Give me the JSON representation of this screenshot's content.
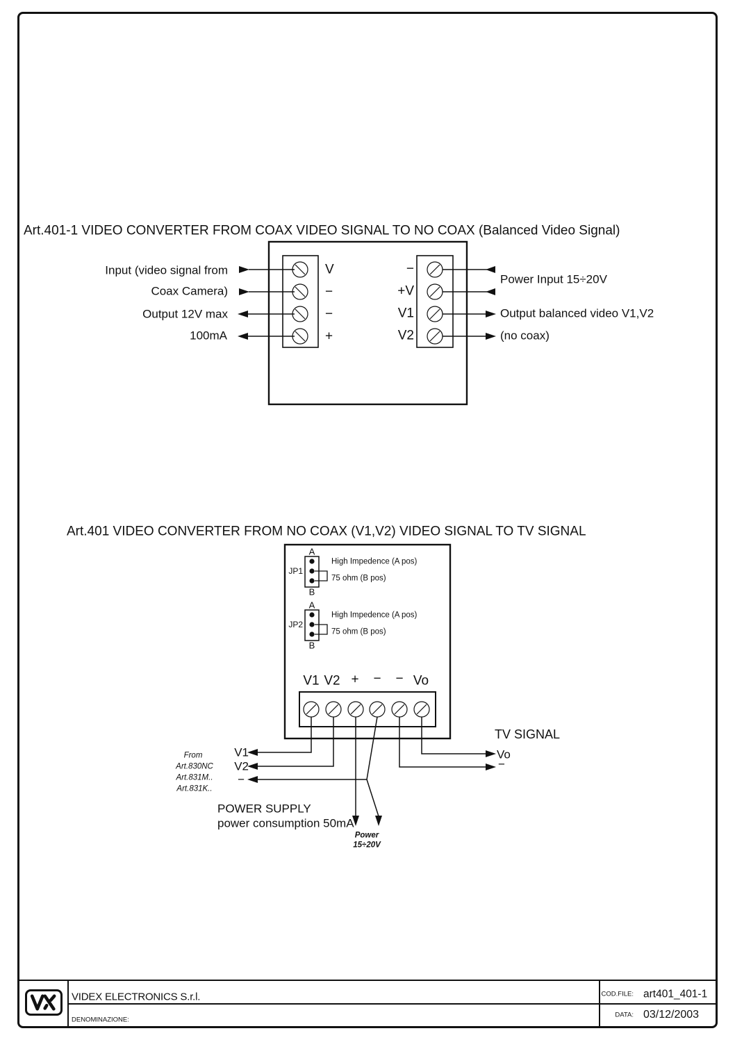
{
  "colors": {
    "ink": "#111111",
    "paper": "#ffffff"
  },
  "diagram1": {
    "title": "Art.401-1 VIDEO CONVERTER FROM COAX VIDEO SIGNAL TO NO COAX (Balanced Video Signal)",
    "left_block": {
      "terminals": [
        "V",
        "−",
        "−",
        "+"
      ]
    },
    "right_block": {
      "terminals": [
        "−",
        "+V",
        "V1",
        "V2"
      ]
    },
    "annotations": {
      "input_line1": "Input (video signal from",
      "input_line2": "Coax Camera)",
      "output_line1": "Output 12V max",
      "output_line2": "100mA",
      "power_input": "Power Input 15÷20V",
      "balanced_out_line1": "Output balanced video V1,V2",
      "balanced_out_line2": "(no coax)"
    }
  },
  "diagram2": {
    "title": "Art.401 VIDEO CONVERTER FROM NO COAX (V1,V2) VIDEO SIGNAL TO TV SIGNAL",
    "jumpers": [
      {
        "name": "JP1",
        "pin_top": "A",
        "pin_bottom": "B",
        "option_a": "High Impedence (A pos)",
        "option_b": "75 ohm (B pos)"
      },
      {
        "name": "JP2",
        "pin_top": "A",
        "pin_bottom": "B",
        "option_a": "High Impedence (A pos)",
        "option_b": "75 ohm (B pos)"
      }
    ],
    "terminals": [
      "V1",
      "V2",
      "+",
      "−",
      "−",
      "Vo"
    ],
    "from_block": {
      "line1": "From",
      "line2": "Art.830NC",
      "line3": "Art.831M..",
      "line4": "Art.831K.."
    },
    "wire_labels": {
      "v1": "V1",
      "v2": "V2",
      "minus": "−"
    },
    "power_supply": {
      "line1": "POWER SUPPLY",
      "line2": "power consumption 50mA"
    },
    "power_arrows_label": {
      "line1": "Power",
      "line2": "15÷20V"
    },
    "tv": {
      "title": "TV SIGNAL",
      "vo": "Vo",
      "minus": "−"
    }
  },
  "title_block": {
    "logo_icon": "videx-vx-logo",
    "company": "VIDEX ELECTRONICS S.r.l.",
    "denominazione_label": "DENOMINAZIONE:",
    "cod_file_label": "COD.FILE:",
    "cod_file_value": "art401_401-1",
    "data_label": "DATA:",
    "data_value": "03/12/2003"
  }
}
